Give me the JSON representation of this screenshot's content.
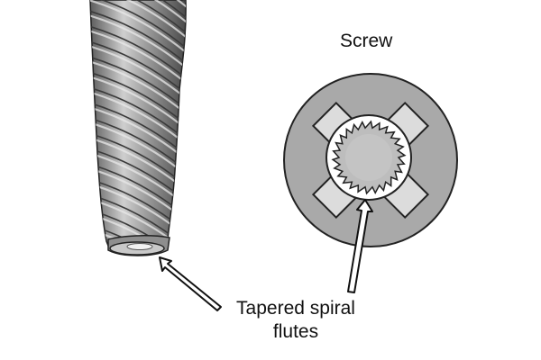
{
  "screw_label": "Screw",
  "caption": {
    "line1": "Tapered spiral",
    "line2": "flutes"
  },
  "colors": {
    "bit_body": "#9a9a9a",
    "bit_dark": "#4a4a4a",
    "bit_light": "#e6e6e6",
    "screw_head": "#a7a7a7",
    "recess": "#dcdcdc",
    "arrow_fill": "#ffffff",
    "outline": "#111111"
  },
  "icons": [
    "screw-extractor-bit-icon",
    "screw-head-icon",
    "pointer-arrow-icon"
  ]
}
